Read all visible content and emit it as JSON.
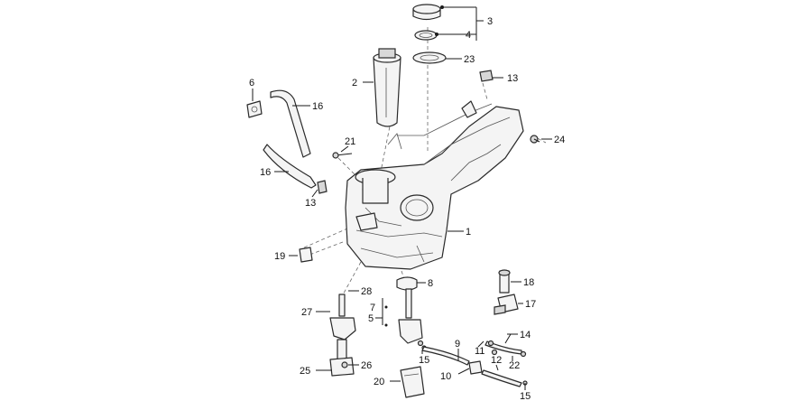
{
  "callouts": {
    "c1": "1",
    "c2": "2",
    "c3": "3",
    "c4": "4",
    "c5": "5",
    "c6": "6",
    "c7": "7",
    "c8": "8",
    "c9": "9",
    "c10": "10",
    "c11": "11",
    "c12": "12",
    "c13a": "13",
    "c13b": "13",
    "c14": "14",
    "c15a": "15",
    "c15b": "15",
    "c16a": "16",
    "c16b": "16",
    "c17": "17",
    "c18": "18",
    "c19": "19",
    "c20": "20",
    "c21": "21",
    "c22": "22",
    "c23": "23",
    "c24": "24",
    "c25": "25",
    "c26": "26",
    "c27": "27",
    "c28": "28"
  }
}
